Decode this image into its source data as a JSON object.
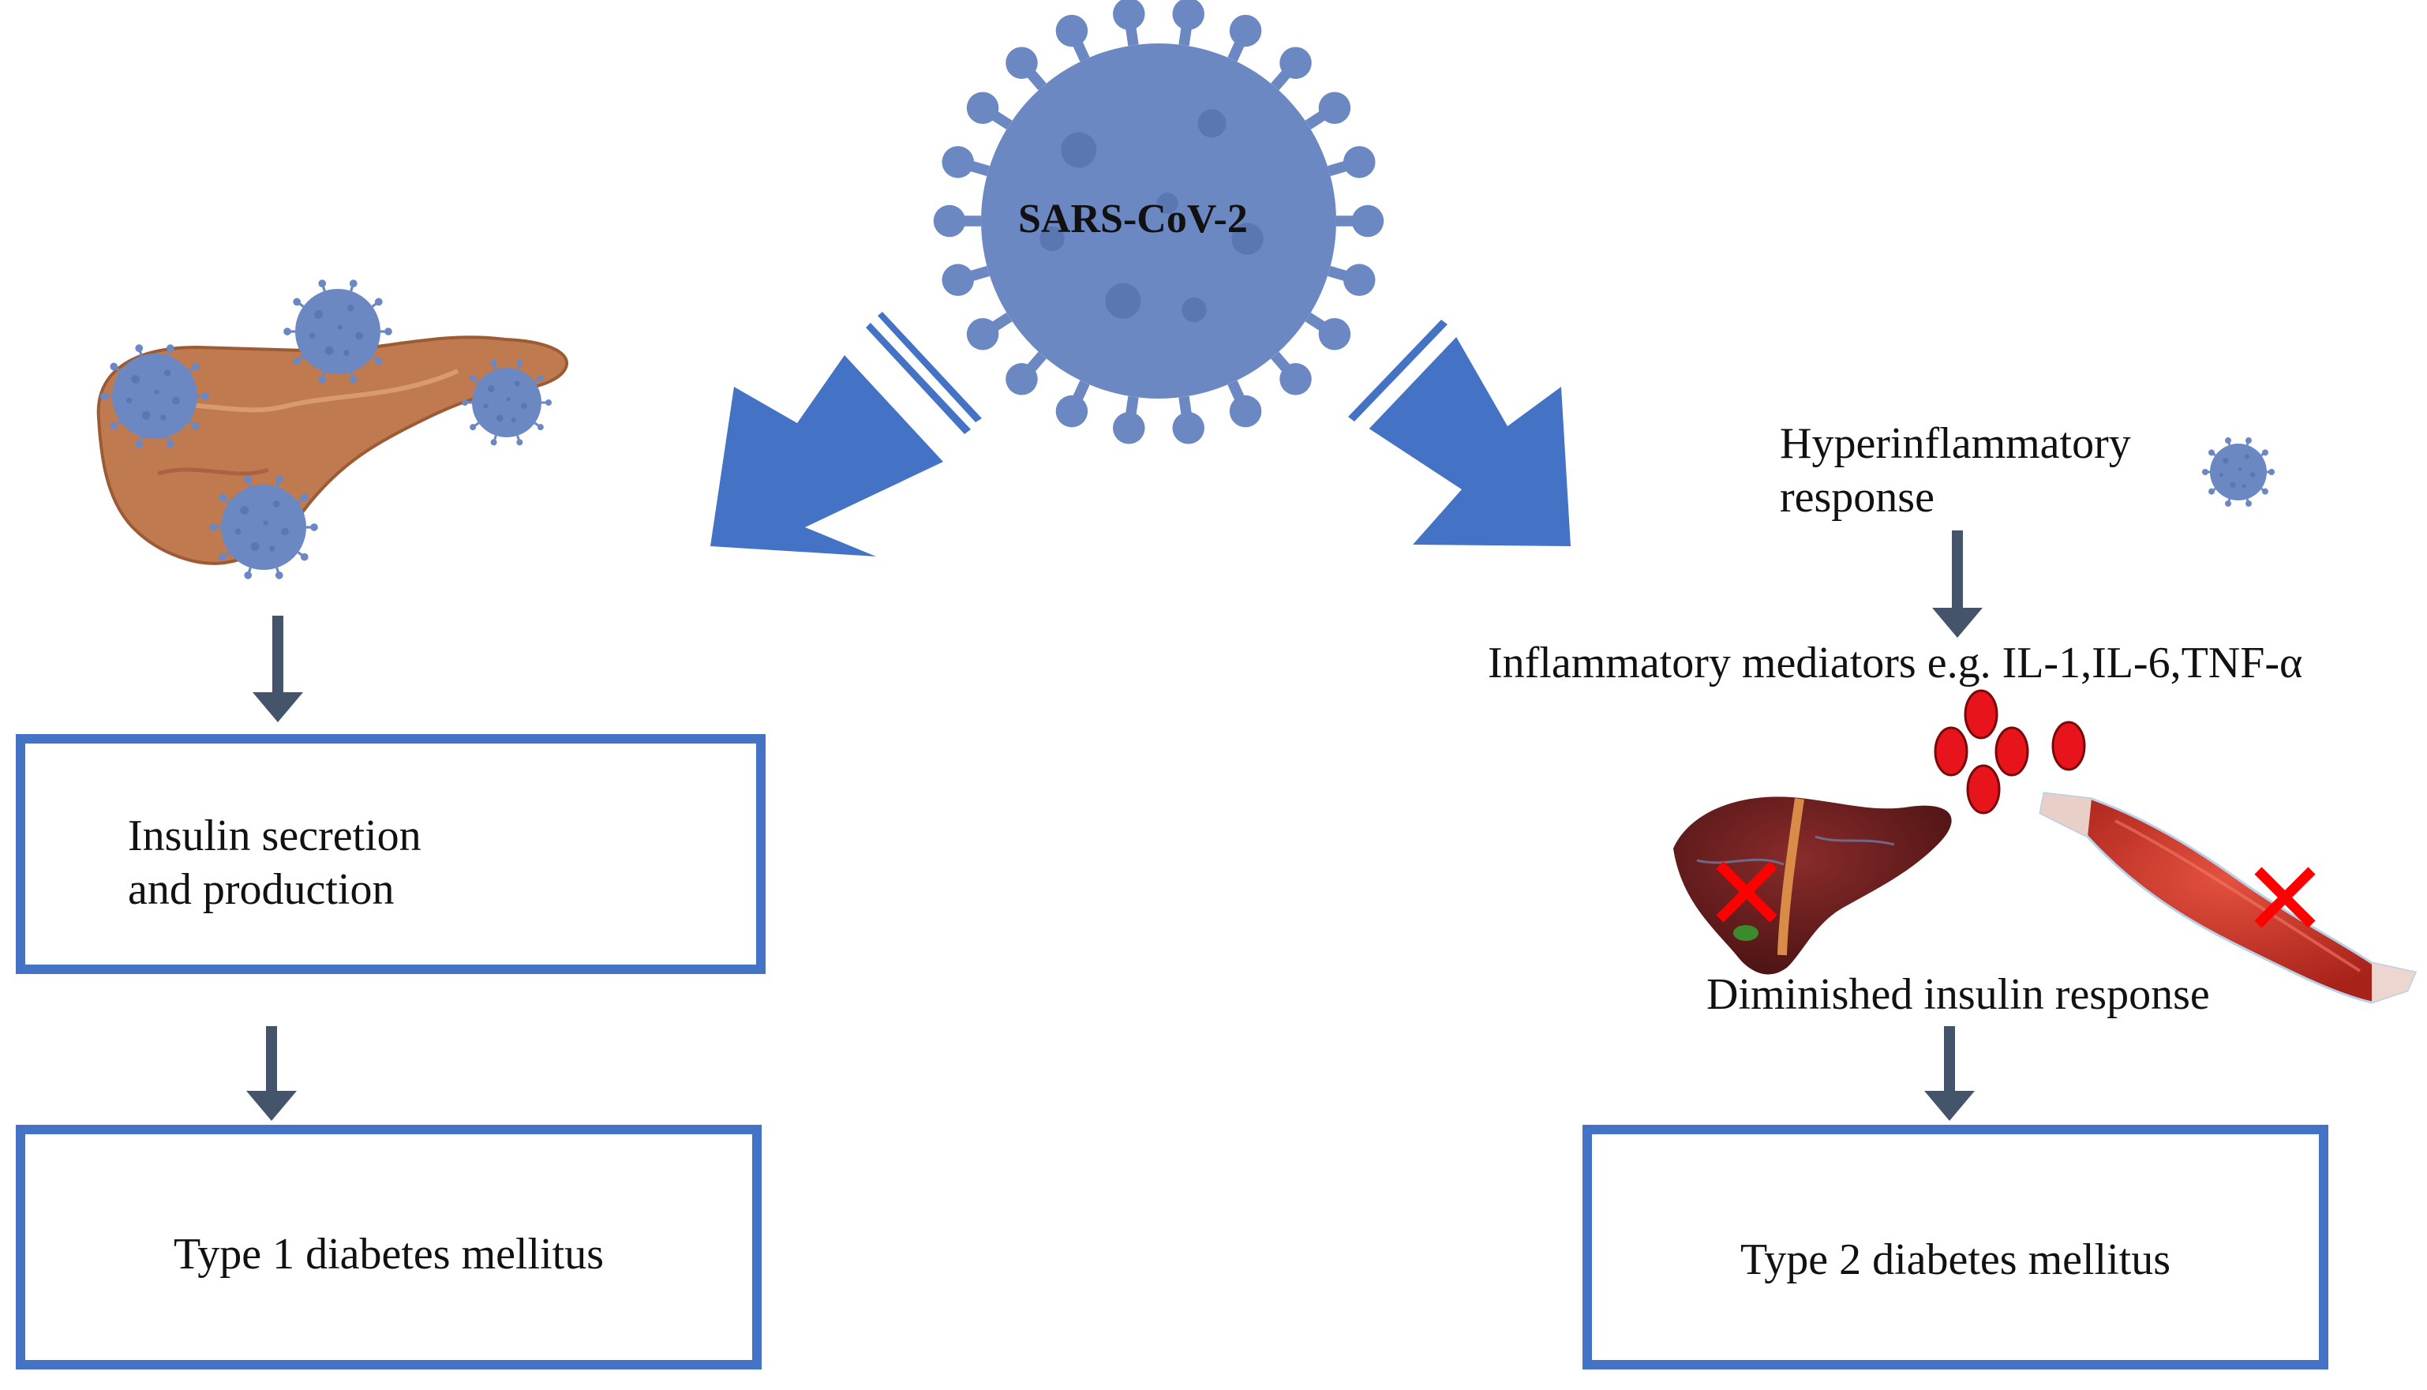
{
  "virus": {
    "label": "SARS-CoV-2"
  },
  "left": {
    "effect_line1": "Insulin secretion",
    "effect_line2": "and production",
    "outcome": "Type 1 diabetes mellitus"
  },
  "right": {
    "response_line1": "Hyperinflammatory",
    "response_line2": "response",
    "mediators": "Inflammatory mediators  e.g. IL-1,IL-6,TNF-α",
    "diminished": "Diminished insulin response",
    "outcome": "Type 2 diabetes mellitus"
  },
  "colors": {
    "virus": "#6b88c2",
    "virus_dark": "#5673ad",
    "arrow_blue": "#4472c4",
    "small_arrow": "#44546a",
    "red_cell": "#e8141c",
    "cross": "#ff0000",
    "pancreas": "#c07a50",
    "liver": "#6e1f1f",
    "muscle": "#d23a2a"
  },
  "icons": {
    "virus": "coronavirus-icon",
    "pancreas": "pancreas-icon",
    "liver": "liver-icon",
    "muscle": "muscle-icon",
    "cell": "red-cell-icon",
    "cross": "cross-icon"
  }
}
